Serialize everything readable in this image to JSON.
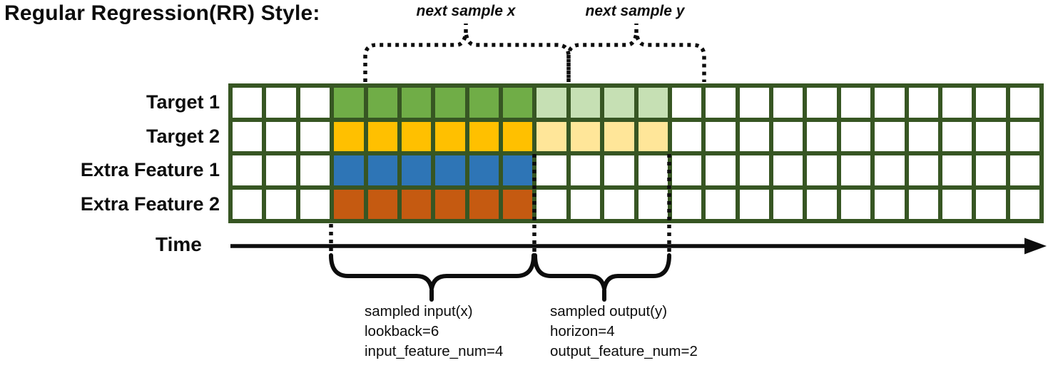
{
  "title": "Regular Regression(RR) Style:",
  "annotations": {
    "next_sample_x": "next sample x",
    "next_sample_y": "next sample y",
    "time_label": "Time"
  },
  "grid": {
    "total_columns": 24,
    "input_start_col": 3,
    "lookback": 6,
    "horizon": 4,
    "border_color": "#375623",
    "empty_cell_color": "#ffffff",
    "rows": [
      {
        "label": "Target 1",
        "color": "#70AD47",
        "light_color": "#C6E0B4",
        "has_output": true
      },
      {
        "label": "Target 2",
        "color": "#FFC000",
        "light_color": "#FFE699",
        "has_output": true
      },
      {
        "label": "Extra Feature 1",
        "color": "#2E75B6",
        "light_color": null,
        "has_output": false
      },
      {
        "label": "Extra Feature 2",
        "color": "#C55A11",
        "light_color": null,
        "has_output": false
      }
    ]
  },
  "sampled_input": {
    "line1": "sampled input(x)",
    "line2": "lookback=6",
    "line3": "input_feature_num=4"
  },
  "sampled_output": {
    "line1": "sampled output(y)",
    "line2": "horizon=4",
    "line3": "output_feature_num=2"
  }
}
